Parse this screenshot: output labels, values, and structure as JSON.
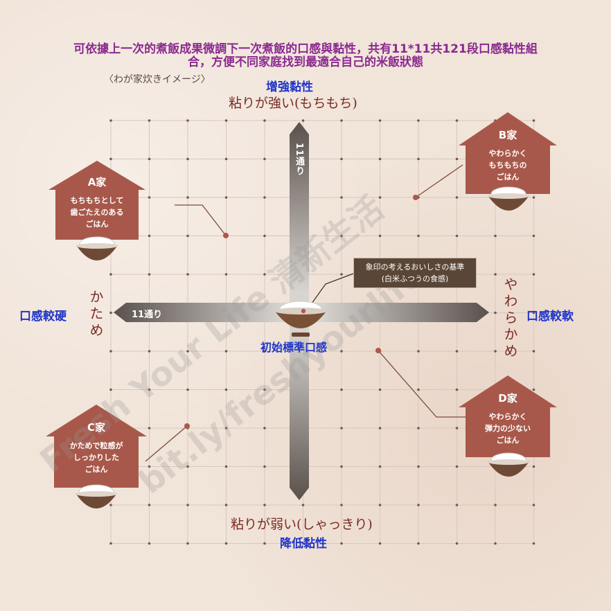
{
  "title": {
    "line1": "可依據上一次的煮飯成果微調下一次煮飯的口感與黏性，共有11*11共121段口感黏性組",
    "line2": "合，方便不同家庭找到最適合自己的米飯狀態"
  },
  "subtitle": "〈わが家炊きイメージ〉",
  "axes": {
    "top_cn": "增強黏性",
    "top_jp": "粘りが強い(もちもち)",
    "bottom_jp": "粘りが弱い(しゃっきり)",
    "bottom_cn": "降低黏性",
    "left_jp": "かため",
    "left_cn": "口感較硬",
    "right_jp": "やわらかめ",
    "right_cn": "口感較軟",
    "vertical_arrow_label": "11通り",
    "horizontal_arrow_label": "11通り"
  },
  "center": {
    "label": "初始標準口感",
    "callout_line1": "象印の考えるおいしさの基準",
    "callout_line2": "(白米ふつうの食感)"
  },
  "houses": {
    "a": {
      "name": "A家",
      "line1": "もちもちとして",
      "line2": "歯ごたえのある",
      "line3": "ごはん"
    },
    "b": {
      "name": "B家",
      "line1": "やわらかく",
      "line2": "もちもちの",
      "line3": "ごはん"
    },
    "c": {
      "name": "C家",
      "line1": "かためで粒感が",
      "line2": "しっかりした",
      "line3": "ごはん"
    },
    "d": {
      "name": "D家",
      "line1": "やわらかく",
      "line2": "弾力の少ない",
      "line3": "ごはん"
    }
  },
  "watermark": {
    "line1": "Fresh Your Life 清新生活",
    "line2": "bit.ly/freshyourlife"
  },
  "colors": {
    "house": "#a8584a",
    "title": "#8a2a8f",
    "axis_cn": "#1f35c9",
    "axis_jp": "#7a2b24",
    "callout": "#5a4636"
  }
}
